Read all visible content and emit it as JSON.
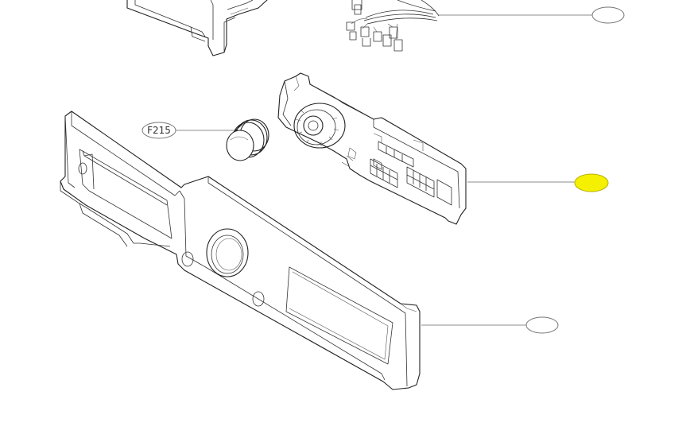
{
  "diagram": {
    "callouts": [
      {
        "id": "wire-harness",
        "label": "",
        "highlighted": false
      },
      {
        "id": "pcb-assembly",
        "label": "",
        "highlighted": true
      },
      {
        "id": "control-panel",
        "label": "",
        "highlighted": false
      },
      {
        "id": "knob",
        "label": "F215",
        "highlighted": false
      }
    ],
    "highlight_color": "#f4f000"
  }
}
